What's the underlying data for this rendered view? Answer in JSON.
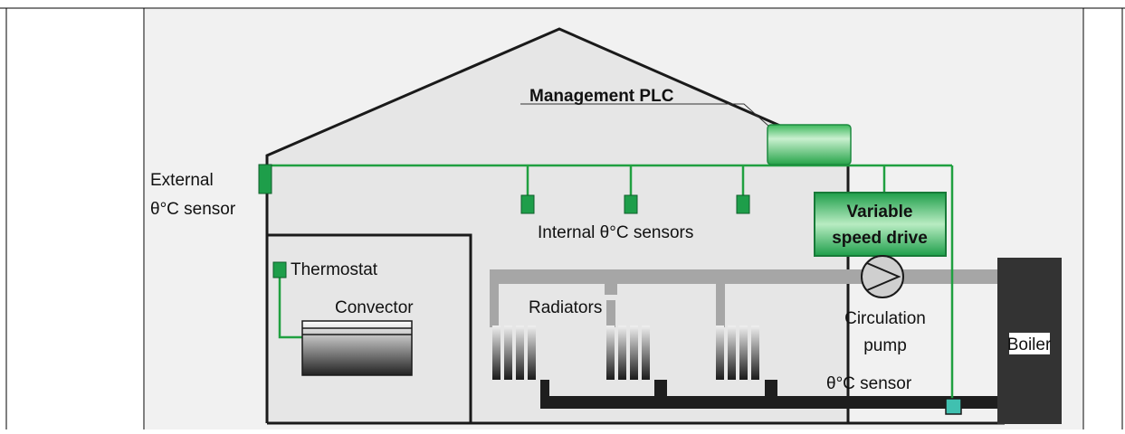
{
  "diagram": {
    "labels": {
      "management_plc": "Management PLC",
      "external_sensor_line1": "External",
      "external_sensor_line2": "θ°C sensor",
      "internal_sensors": "Internal θ°C sensors",
      "vsd_line1": "Variable",
      "vsd_line2": "speed drive",
      "thermostat": "Thermostat",
      "convector": "Convector",
      "radiators": "Radiators",
      "pump_line1": "Circulation",
      "pump_line2": "pump",
      "boiler": "Boiler",
      "flow_sensor": "θ°C sensor"
    },
    "colors": {
      "signal_wire": "#20a040",
      "module_green": "#1e9e4a",
      "house_fill": "#e6e6e6",
      "outline": "#1a1a1a",
      "pipe_light": "#a6a6a6",
      "pipe_dark": "#1e1e1e",
      "boiler": "#333333",
      "flow_sensor": "#40c0b0"
    }
  }
}
